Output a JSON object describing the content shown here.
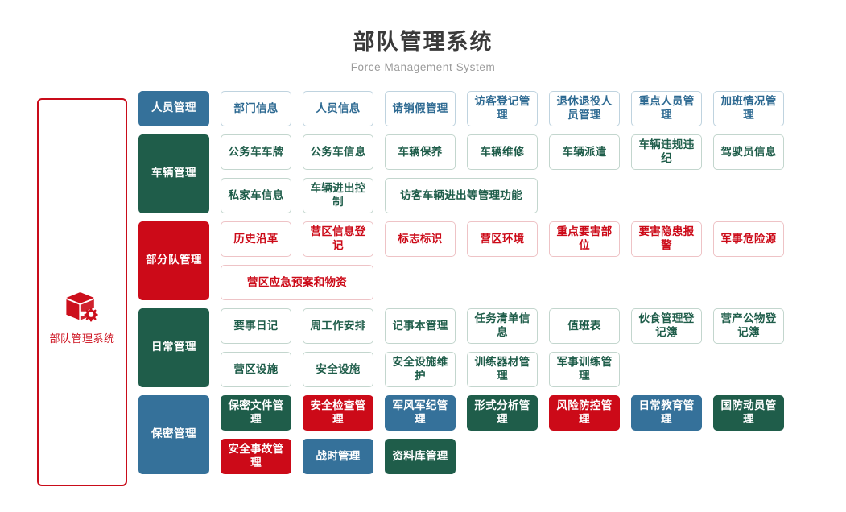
{
  "header": {
    "title": "部队管理系统",
    "subtitle": "Force Management System"
  },
  "sidebar": {
    "icon": "cube-gear-icon",
    "label": "部队管理系统",
    "border_color": "#c90c1a",
    "text_color": "#cc0f1c"
  },
  "theme": {
    "blue": "#35719a",
    "green": "#1f5d4a",
    "red": "#cc0a18",
    "outline_blue_border": "#bfd3df",
    "outline_green_border": "#c3d6ce",
    "outline_red_border": "#eec3c6",
    "page_background": "#ffffff"
  },
  "groups": [
    {
      "category": "人员管理",
      "color": "blue",
      "items": [
        {
          "label": "部门信息",
          "style": "o-blue",
          "width": 1
        },
        {
          "label": "人员信息",
          "style": "o-blue",
          "width": 1
        },
        {
          "label": "请销假管理",
          "style": "o-blue",
          "width": 1
        },
        {
          "label": "访客登记管理",
          "style": "o-blue",
          "width": 1
        },
        {
          "label": "退休退役人员管理",
          "style": "o-blue",
          "width": 1
        },
        {
          "label": "重点人员管理",
          "style": "o-blue",
          "width": 1
        },
        {
          "label": "加班情况管理",
          "style": "o-blue",
          "width": 1
        }
      ]
    },
    {
      "category": "车辆管理",
      "color": "green",
      "items": [
        {
          "label": "公务车车牌",
          "style": "o-green",
          "width": 1
        },
        {
          "label": "公务车信息",
          "style": "o-green",
          "width": 1
        },
        {
          "label": "车辆保养",
          "style": "o-green",
          "width": 1
        },
        {
          "label": "车辆维修",
          "style": "o-green",
          "width": 1
        },
        {
          "label": "车辆派遣",
          "style": "o-green",
          "width": 1
        },
        {
          "label": "车辆违规违纪",
          "style": "o-green",
          "width": 1
        },
        {
          "label": "驾驶员信息",
          "style": "o-green",
          "width": 1
        },
        {
          "label": "私家车信息",
          "style": "o-green",
          "width": 1
        },
        {
          "label": "车辆进出控制",
          "style": "o-green",
          "width": 1
        },
        {
          "label": "访客车辆进出等管理功能",
          "style": "o-green",
          "width": 2
        }
      ]
    },
    {
      "category": "部分队管理",
      "color": "red",
      "items": [
        {
          "label": "历史沿革",
          "style": "o-red",
          "width": 1
        },
        {
          "label": "营区信息登记",
          "style": "o-red",
          "width": 1
        },
        {
          "label": "标志标识",
          "style": "o-red",
          "width": 1
        },
        {
          "label": "营区环境",
          "style": "o-red",
          "width": 1
        },
        {
          "label": "重点要害部位",
          "style": "o-red",
          "width": 1
        },
        {
          "label": "要害隐患报警",
          "style": "o-red",
          "width": 1
        },
        {
          "label": "军事危险源",
          "style": "o-red",
          "width": 1
        },
        {
          "label": "营区应急预案和物资",
          "style": "o-red",
          "width": 2
        }
      ]
    },
    {
      "category": "日常管理",
      "color": "green",
      "items": [
        {
          "label": "要事日记",
          "style": "o-green",
          "width": 1
        },
        {
          "label": "周工作安排",
          "style": "o-green",
          "width": 1
        },
        {
          "label": "记事本管理",
          "style": "o-green",
          "width": 1
        },
        {
          "label": "任务清单信息",
          "style": "o-green",
          "width": 1
        },
        {
          "label": "值班表",
          "style": "o-green",
          "width": 1
        },
        {
          "label": "伙食管理登记簿",
          "style": "o-green",
          "width": 1
        },
        {
          "label": "营产公物登记簿",
          "style": "o-green",
          "width": 1
        },
        {
          "label": "营区设施",
          "style": "o-green",
          "width": 1
        },
        {
          "label": "安全设施",
          "style": "o-green",
          "width": 1
        },
        {
          "label": "安全设施维护",
          "style": "o-green",
          "width": 1
        },
        {
          "label": "训练器材管理",
          "style": "o-green",
          "width": 1
        },
        {
          "label": "军事训练管理",
          "style": "o-green",
          "width": 1
        }
      ]
    },
    {
      "category": "保密管理",
      "color": "blue",
      "items": [
        {
          "label": "保密文件管理",
          "style": "f-green",
          "width": 1
        },
        {
          "label": "安全检查管理",
          "style": "f-red",
          "width": 1
        },
        {
          "label": "军风军纪管理",
          "style": "f-blue",
          "width": 1
        },
        {
          "label": "形式分析管理",
          "style": "f-green",
          "width": 1
        },
        {
          "label": "风险防控管理",
          "style": "f-red",
          "width": 1
        },
        {
          "label": "日常教育管理",
          "style": "f-blue",
          "width": 1
        },
        {
          "label": "国防动员管理",
          "style": "f-green",
          "width": 1
        },
        {
          "label": "安全事故管理",
          "style": "f-red",
          "width": 1
        },
        {
          "label": "战时管理",
          "style": "f-blue",
          "width": 1
        },
        {
          "label": "资料库管理",
          "style": "f-green",
          "width": 1
        }
      ]
    }
  ]
}
